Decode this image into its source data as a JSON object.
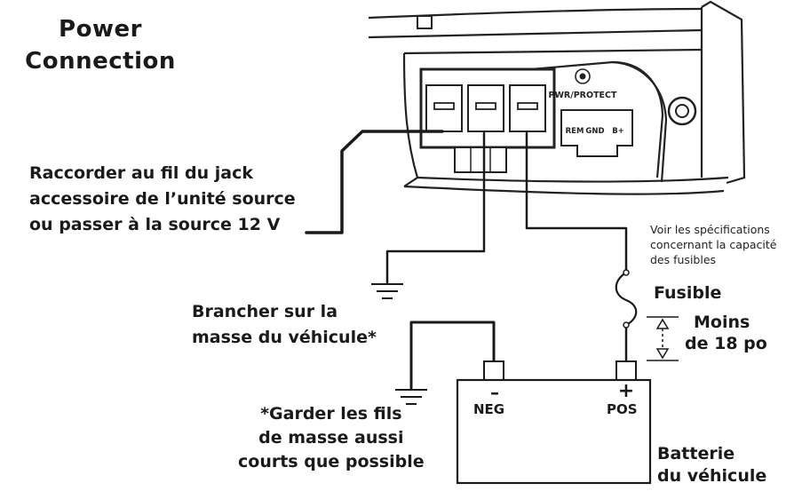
{
  "title": [
    "Power",
    "Connection"
  ],
  "amp_labels": {
    "pwr_protect": "PWR/PROTECT",
    "rem": "REM",
    "gnd": "GND",
    "bplus": "B+"
  },
  "remote_label": [
    "Raccorder au fil du jack",
    "accessoire de l’unité source",
    "ou passer à la source 12 V"
  ],
  "fuse_note": [
    "Voir les spécifications",
    "concernant la capacité",
    "des fusibles"
  ],
  "fuse_label": "Fusible",
  "distance_label": [
    "Moins",
    "de 18 po"
  ],
  "ground_label": [
    "Brancher sur la",
    "masse du véhicule*"
  ],
  "ground_note": [
    "*Garder les fils",
    "de masse aussi",
    "courts que possible"
  ],
  "battery": {
    "neg_symbol": "–",
    "neg": "NEG",
    "pos_symbol": "+",
    "pos": "POS",
    "label": [
      "Batterie",
      "du véhicule"
    ]
  }
}
